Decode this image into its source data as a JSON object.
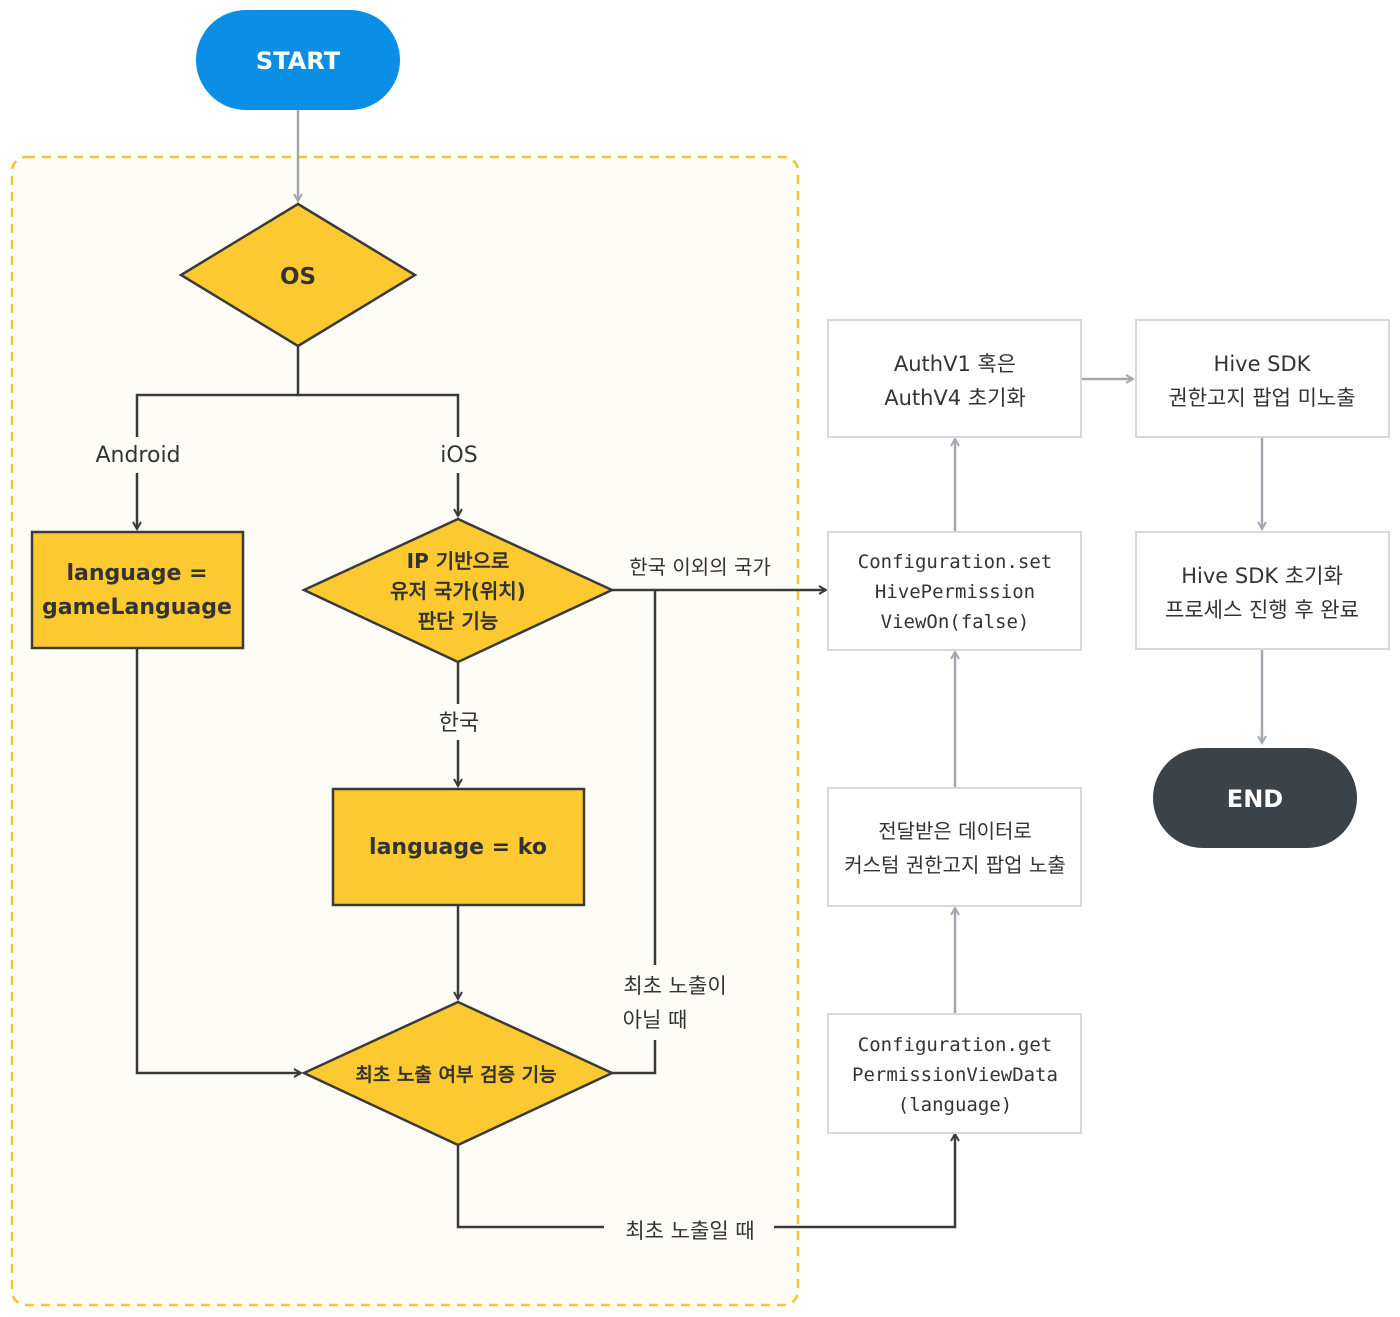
{
  "diagram": {
    "start": {
      "label": "START"
    },
    "end": {
      "label": "END"
    },
    "os_decision": {
      "label": "OS"
    },
    "branches": {
      "android": "Android",
      "ios": "iOS",
      "korea": "한국",
      "non_korea": "한국 이외의 국가",
      "first_time": "최초 노출일 때",
      "not_first_time": [
        "최초 노출이",
        "아닐 때"
      ]
    },
    "android_box": {
      "lines": [
        "language =",
        "gameLanguage"
      ]
    },
    "ip_decision": {
      "lines": [
        "IP 기반으로",
        "유저 국가(위치)",
        "판단 기능"
      ]
    },
    "ko_box": {
      "label": "language = ko"
    },
    "first_check": {
      "label": "최초 노출 여부 검증 기능"
    },
    "get_box": {
      "lines": [
        "Configuration.get",
        "PermissionViewData",
        "(language)"
      ]
    },
    "custom_box": {
      "lines": [
        "전달받은 데이터로",
        "커스텀 권한고지 팝업 노출"
      ]
    },
    "set_box": {
      "lines": [
        "Configuration.set",
        "HivePermission",
        "ViewOn(false)"
      ]
    },
    "auth_box": {
      "lines": [
        "AuthV1 혹은",
        "AuthV4 초기화"
      ]
    },
    "hive_hidden_box": {
      "lines": [
        "Hive SDK",
        "권한고지 팝업 미노출"
      ]
    },
    "hive_init_box": {
      "lines": [
        "Hive SDK 초기화",
        "프로세스 진행 후 완료"
      ]
    }
  },
  "colors": {
    "start": "#0a8ee6",
    "end": "#3b4349",
    "decision_fill": "#fcc931",
    "decision_stroke": "#3a3a3a",
    "region_border": "#f4c430",
    "region_fill": "#fdfcf7",
    "line_dark": "#3a3a3a",
    "line_gray": "#a3a8b0",
    "gray_box_border": "#d8d8d8"
  }
}
